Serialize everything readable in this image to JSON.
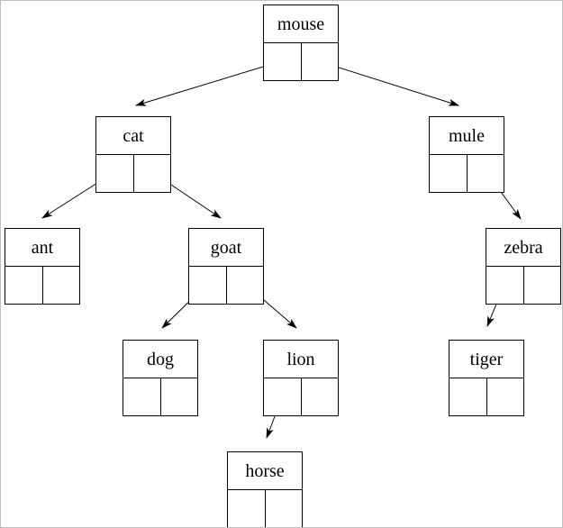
{
  "page": {
    "background_color": "#ffffff",
    "border_color": "#bfbfbf",
    "node_border_color": "#000000",
    "edge_color": "#000000"
  },
  "diagram": {
    "type": "binary-tree",
    "description": "Linked binary tree of animal names; each node box has a label cell on top and left/right pointer cells below, with arrows to child nodes",
    "nodes": [
      {
        "id": "mouse",
        "label": "mouse"
      },
      {
        "id": "cat",
        "label": "cat"
      },
      {
        "id": "mule",
        "label": "mule"
      },
      {
        "id": "ant",
        "label": "ant"
      },
      {
        "id": "goat",
        "label": "goat"
      },
      {
        "id": "zebra",
        "label": "zebra"
      },
      {
        "id": "dog",
        "label": "dog"
      },
      {
        "id": "lion",
        "label": "lion"
      },
      {
        "id": "tiger",
        "label": "tiger"
      },
      {
        "id": "horse",
        "label": "horse"
      }
    ],
    "edges": [
      {
        "from": "mouse",
        "side": "left",
        "to": "cat"
      },
      {
        "from": "mouse",
        "side": "right",
        "to": "mule"
      },
      {
        "from": "cat",
        "side": "left",
        "to": "ant"
      },
      {
        "from": "cat",
        "side": "right",
        "to": "goat"
      },
      {
        "from": "mule",
        "side": "right",
        "to": "zebra"
      },
      {
        "from": "goat",
        "side": "left",
        "to": "dog"
      },
      {
        "from": "goat",
        "side": "right",
        "to": "lion"
      },
      {
        "from": "zebra",
        "side": "left",
        "to": "tiger"
      },
      {
        "from": "lion",
        "side": "left",
        "to": "horse"
      }
    ]
  }
}
